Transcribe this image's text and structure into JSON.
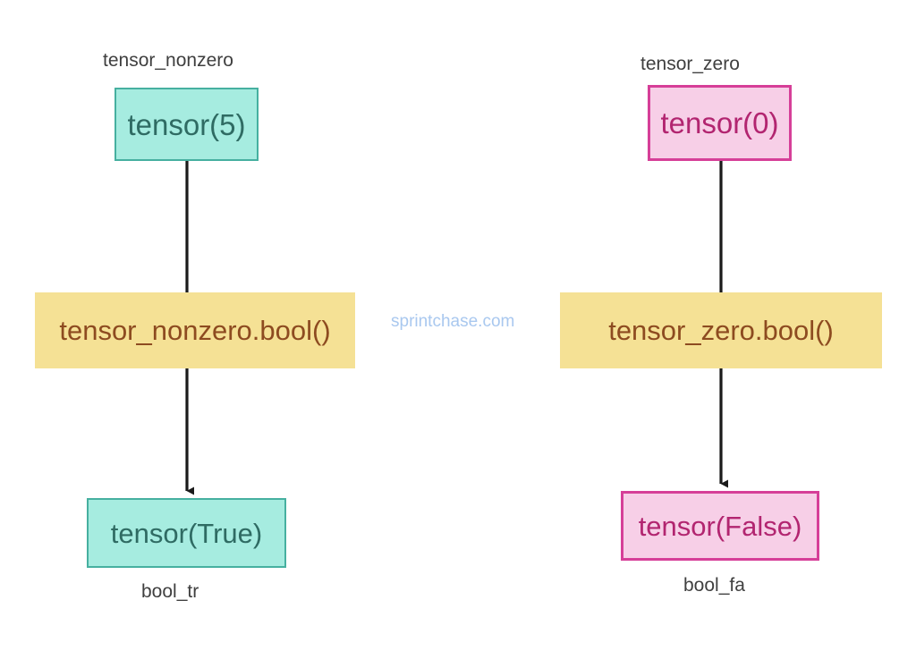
{
  "diagram": {
    "background": "#ffffff",
    "watermark": "sprintchase.com",
    "colors": {
      "teal_fill": "#a6ece0",
      "teal_border": "#46b0a0",
      "teal_text": "#2f6b63",
      "pink_fill": "#f7cfe7",
      "pink_border": "#d63f98",
      "pink_text": "#b22570",
      "yellow_fill": "#f5e195",
      "yellow_text": "#8d4b20",
      "label_text": "#3f3f3f",
      "edge": "#1a1a1a",
      "watermark_text": "#a9c8ef"
    },
    "branches": [
      {
        "name": "nonzero-branch",
        "variable_label": "tensor_nonzero",
        "input_node": "tensor(5)",
        "operation_node": "tensor_nonzero.bool()",
        "output_node": "tensor(True)",
        "result_label": "bool_tr"
      },
      {
        "name": "zero-branch",
        "variable_label": "tensor_zero",
        "input_node": "tensor(0)",
        "operation_node": "tensor_zero.bool()",
        "output_node": "tensor(False)",
        "result_label": "bool_fa"
      }
    ]
  }
}
